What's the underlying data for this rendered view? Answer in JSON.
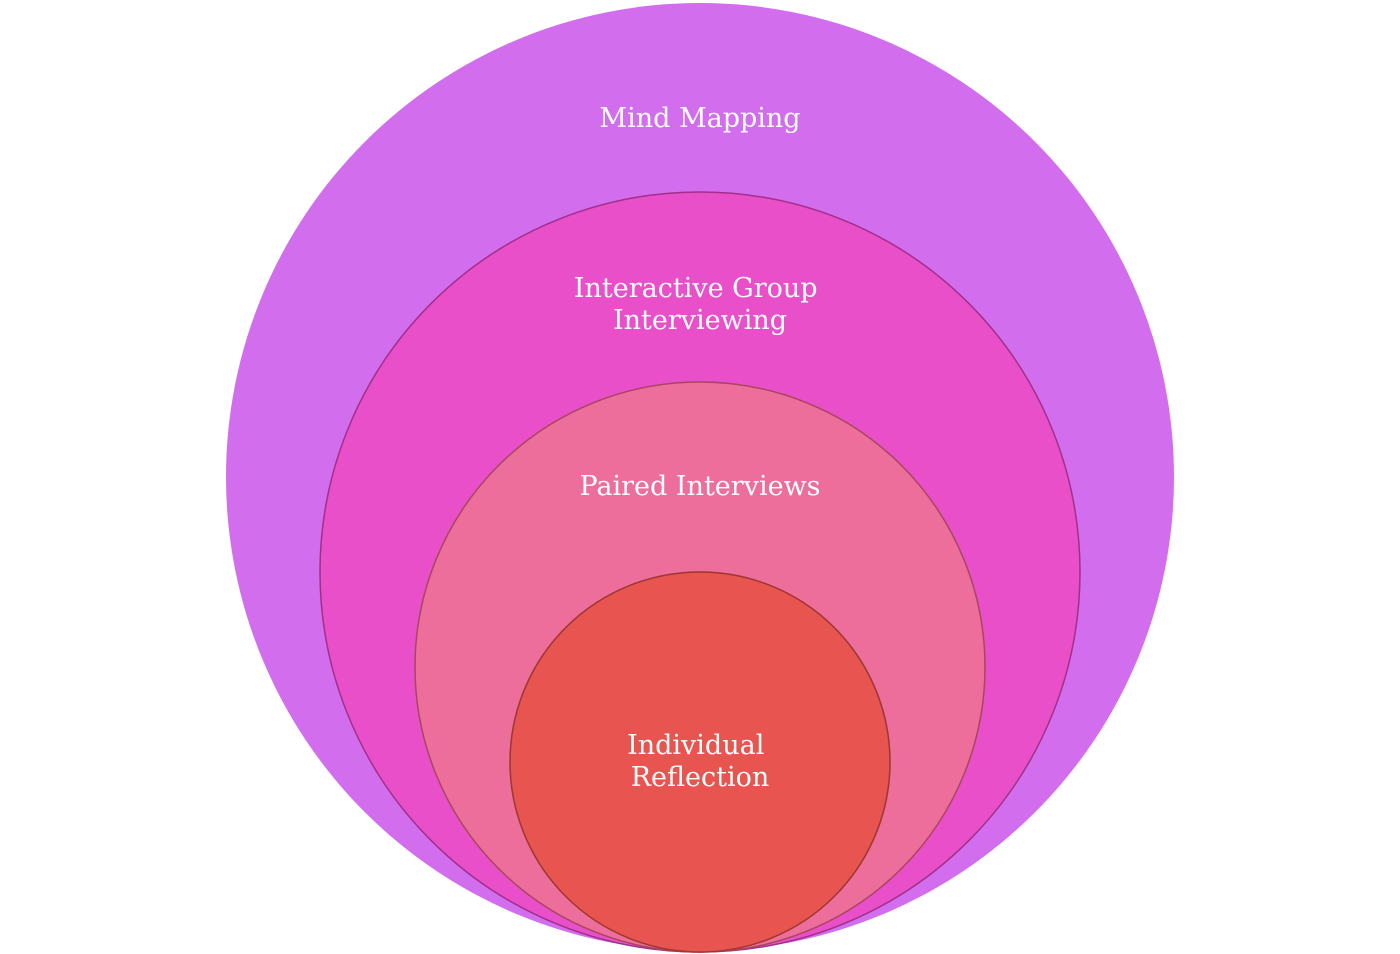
{
  "diagram": {
    "type": "nested-circles",
    "layers": [
      {
        "label_lines": [
          "Mind Mapping"
        ],
        "color": "#d26dee"
      },
      {
        "label_lines": [
          "Interactive Group",
          "Interviewing"
        ],
        "color": "#ea4fca"
      },
      {
        "label_lines": [
          "Paired Interviews"
        ],
        "color": "#ed6e9a"
      },
      {
        "label_lines": [
          "Individual",
          "Reflection"
        ],
        "color": "#e8544f"
      }
    ]
  }
}
